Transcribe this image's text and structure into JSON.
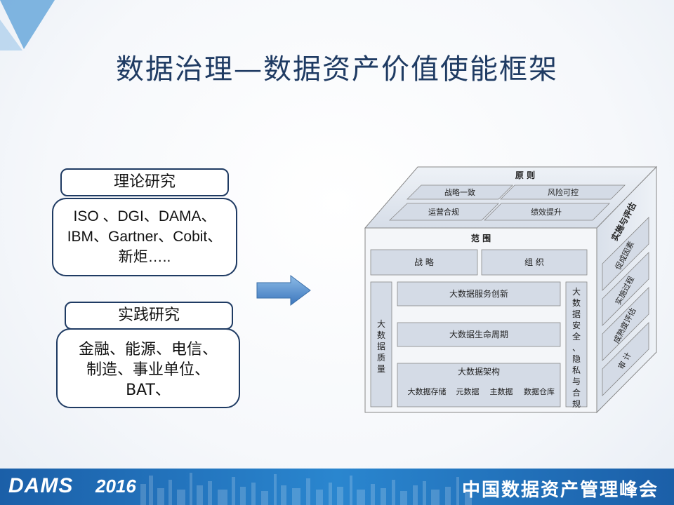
{
  "title": "数据治理—数据资产价值使能框架",
  "left": {
    "theory": {
      "label": "理论研究",
      "lines": [
        "ISO 、DGI、DAMA、",
        "IBM、Gartner、Cobit、",
        "新炬….."
      ]
    },
    "practice": {
      "label": "实践研究",
      "lines": [
        "金融、能源、电信、",
        "制造、事业单位、",
        "BAT、"
      ]
    }
  },
  "cube": {
    "top": {
      "header": "原  则",
      "items": [
        "战略一致",
        "风险可控",
        "运营合规",
        "绩效提升"
      ]
    },
    "front": {
      "header": "范  围",
      "strategy": "战  略",
      "organization": "组  织",
      "left_col": "大数据质量",
      "right_col": "大数据安全、隐私与合规",
      "service": "大数据服务创新",
      "lifecycle": "大数据生命周期",
      "architecture": "大数据架构",
      "arch_items": [
        "大数据存储",
        "元数据",
        "主数据",
        "数据仓库"
      ]
    },
    "side": {
      "header": "实施与评估",
      "items": [
        "促成因素",
        "实施过程",
        "成熟度评估",
        "审  计"
      ]
    }
  },
  "footer": {
    "logo": "DAMS",
    "year": "2016",
    "org": "中国数据资产管理峰会"
  },
  "colors": {
    "title": "#1f3b63",
    "border": "#1f3b63",
    "arrow": "#4a86c9",
    "footer": "#1b5fa8",
    "cube_face": "#dfe5ee"
  }
}
